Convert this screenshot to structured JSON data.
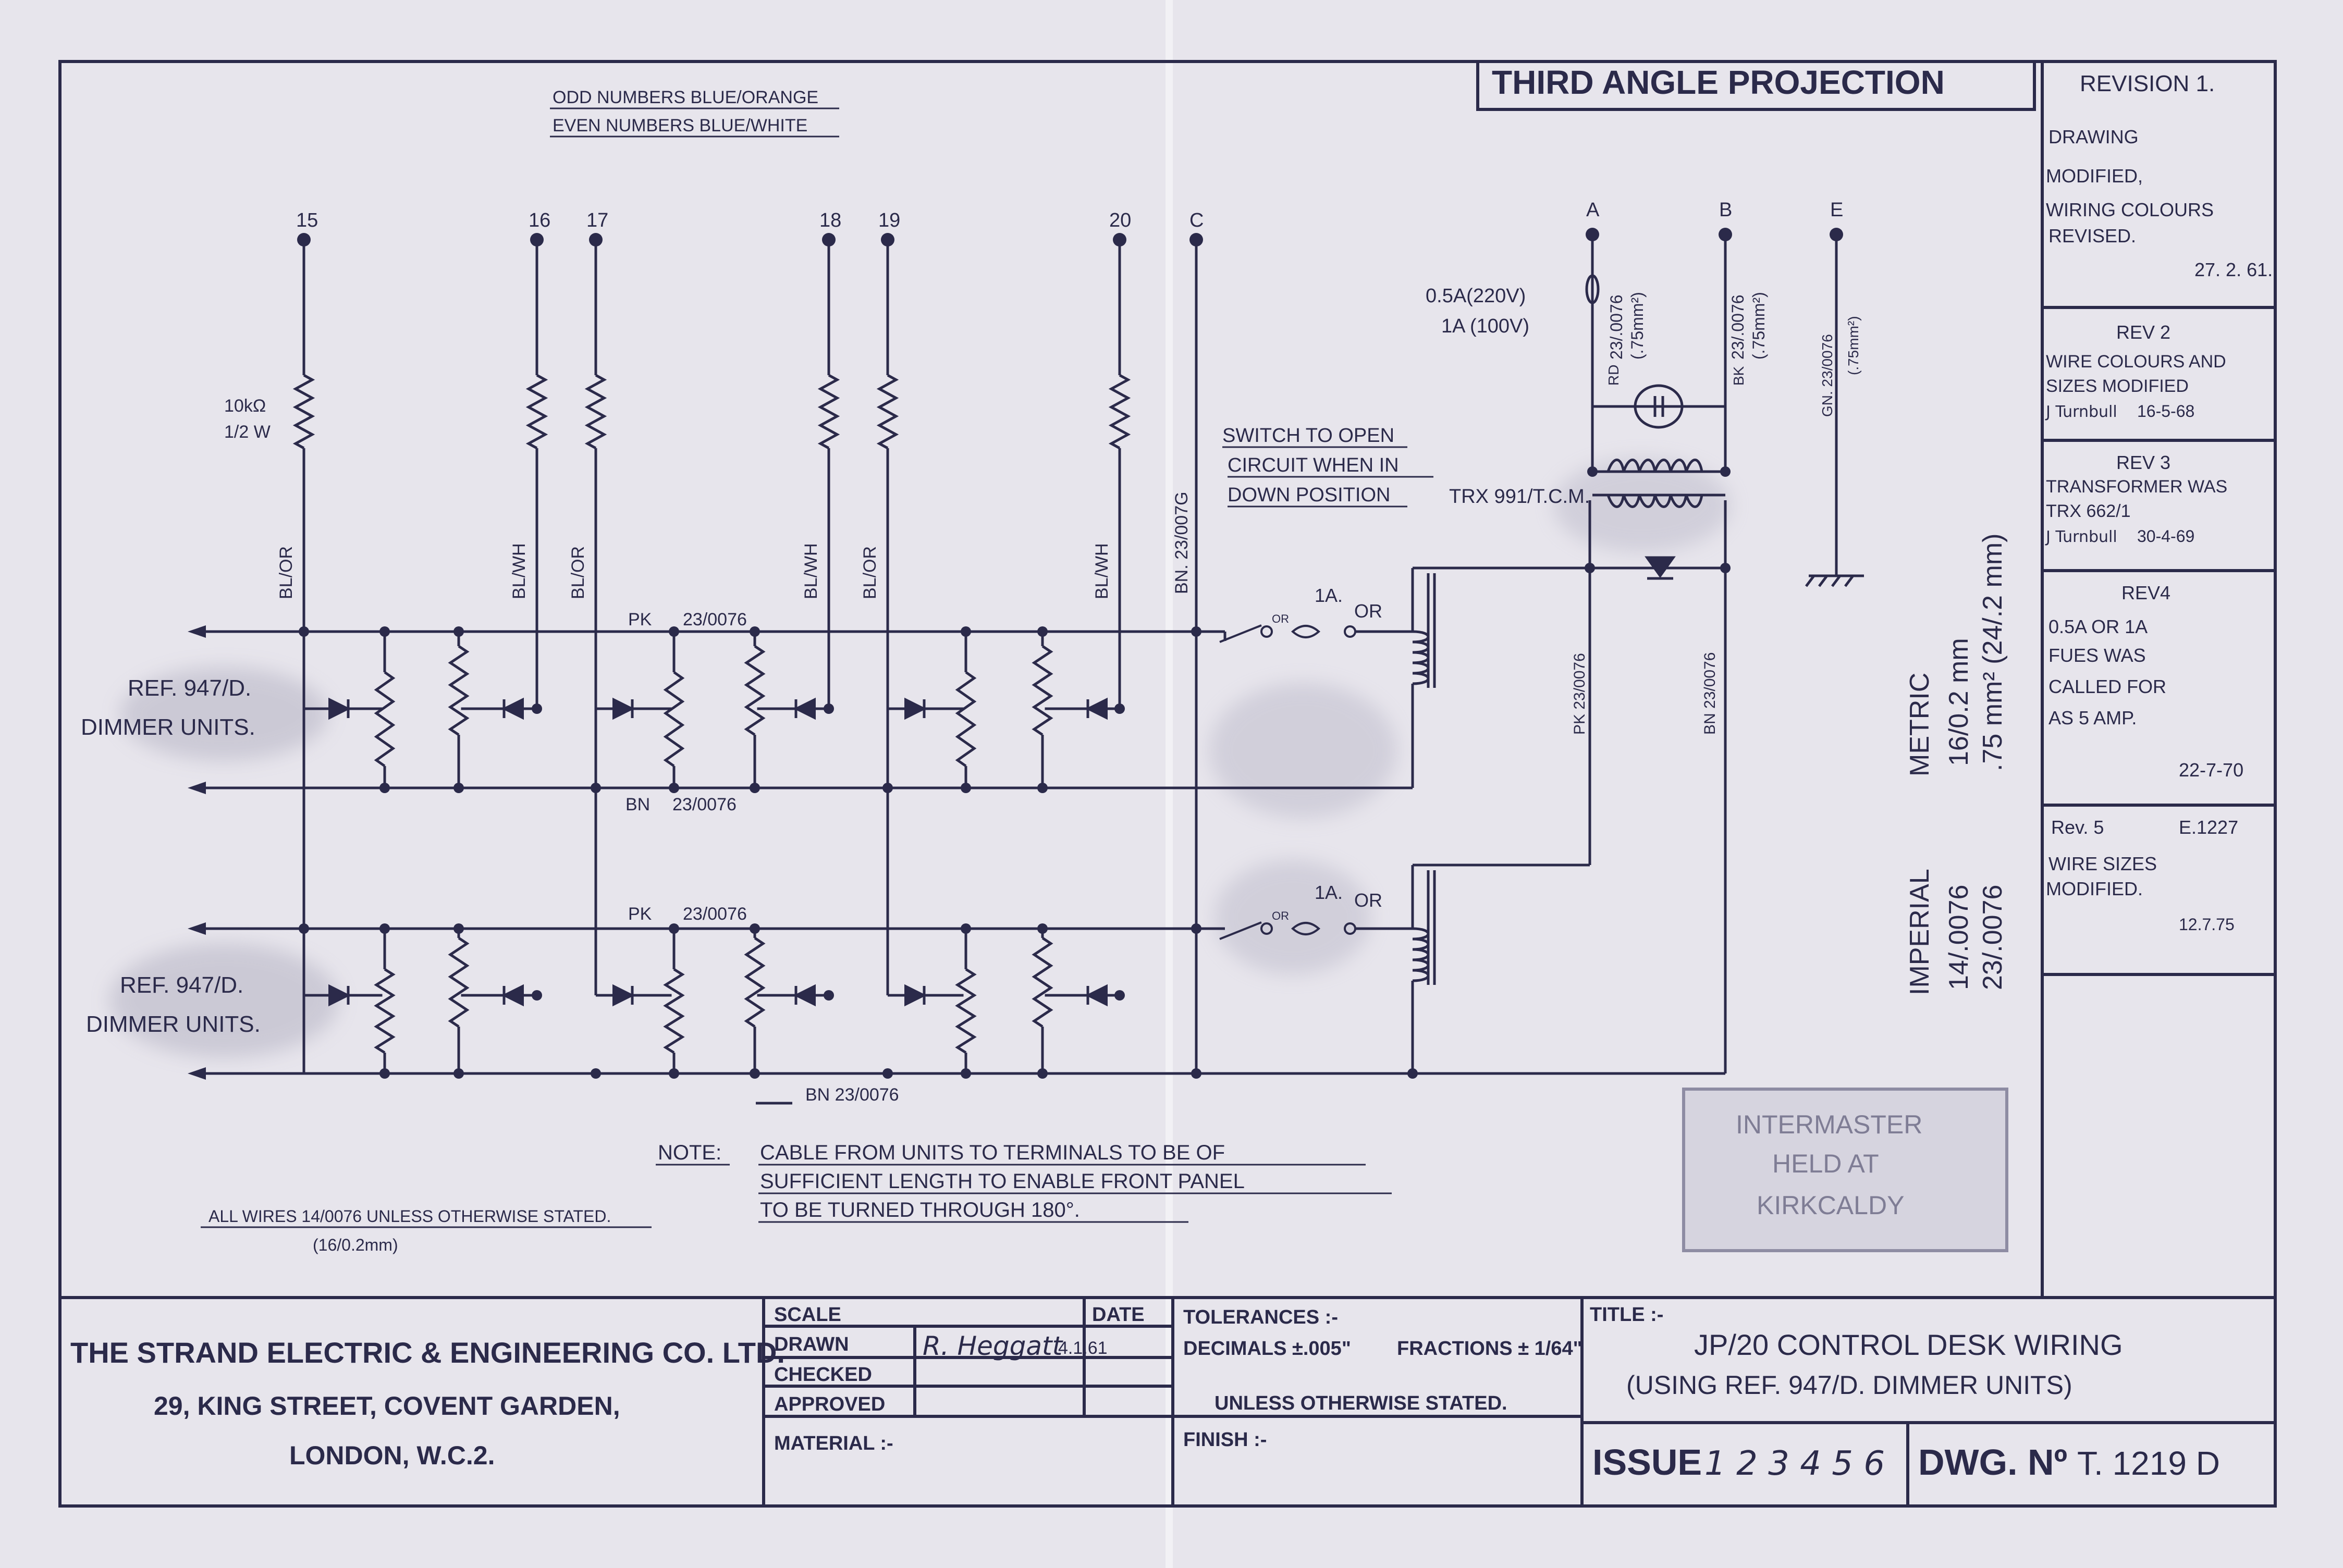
{
  "projection": "THIRD ANGLE PROJECTION",
  "wire_colour_note": {
    "line1": "ODD NUMBERS BLUE/ORANGE",
    "line2": "EVEN NUMBERS BLUE/WHITE"
  },
  "terminals": {
    "t15": "15",
    "t16": "16",
    "t17": "17",
    "t18": "18",
    "t19": "19",
    "t20": "20",
    "tC": "C",
    "tA": "A",
    "tB": "B",
    "tE": "E"
  },
  "labels": {
    "resistor_value": "10kΩ",
    "resistor_power": "1/2 W",
    "bl_or": "BL/OR",
    "bl_wh": "BL/WH",
    "bn_wire_c": "BN. 23/007G",
    "pk_top1": "PK",
    "pk_top1_size": "23/0076",
    "bn_mid": "BN",
    "bn_mid_size": "23/0076",
    "pk_top2": "PK",
    "pk_top2_size": "23/0076",
    "bn_bottom": "BN 23/0076",
    "ref_unit_1a": "REF. 947/D.",
    "ref_unit_1b": "DIMMER UNITS.",
    "ref_unit_2a": "REF. 947/D.",
    "ref_unit_2b": "DIMMER UNITS.",
    "switch_note_1": "SWITCH TO OPEN",
    "switch_note_2": "CIRCUIT WHEN IN",
    "switch_note_3": "DOWN POSITION",
    "transformer": "TRX 991/T.C.M.",
    "fuse_1": "0.5A(220V)",
    "fuse_2": "1A (100V)",
    "fuse_size_1": "23/.0076",
    "fuse_size_2": "(.75mm²)",
    "rd": "RD",
    "bk": "BK",
    "bk_size_1": "23/.0076",
    "bk_size_2": "(.75mm²)",
    "gn": "GN. 23/0076",
    "gn_size": "(.75mm²)",
    "ia_1": "1A.",
    "or_1": "OR",
    "or_small_1": "OR",
    "ia_2": "1A.",
    "or_2": "OR",
    "or_small_2": "OR",
    "pk_right": "PK 23/0076",
    "bn_right": "BN 23/0076"
  },
  "metric_block": {
    "metric": "METRIC",
    "metric_1": "16/0.2 mm",
    "metric_2": ".75 mm² (24/.2 mm)",
    "imperial": "IMPERIAL",
    "imperial_1": "14/.0076",
    "imperial_2": "23/.0076"
  },
  "note": {
    "label": "NOTE:",
    "line1": "CABLE FROM UNITS TO TERMINALS TO BE OF",
    "line2": "SUFFICIENT LENGTH TO ENABLE FRONT PANEL",
    "line3": "TO BE TURNED THROUGH 180°."
  },
  "all_wires": {
    "line1": "ALL WIRES 14/0076 UNLESS OTHERWISE STATED.",
    "line2": "(16/0.2mm)"
  },
  "stamp": {
    "line1": "INTERMASTER",
    "line2": "HELD AT",
    "line3": "KIRKCALDY"
  },
  "revisions": {
    "rev1": {
      "title": "REVISION 1.",
      "l1": "DRAWING",
      "l2": "MODIFIED,",
      "l3": "WIRING COLOURS",
      "l4": "REVISED.",
      "date": "27. 2. 61."
    },
    "rev2": {
      "title": "REV 2",
      "l1": "WIRE COLOURS AND",
      "l2": "SIZES MODIFIED",
      "sign": "J Turnbull",
      "date": "16-5-68"
    },
    "rev3": {
      "title": "REV 3",
      "l1": "TRANSFORMER WAS",
      "l2": "TRX 662/1",
      "sign": "J Turnbull",
      "date": "30-4-69"
    },
    "rev4": {
      "title": "REV4",
      "l1": "0.5A OR 1A",
      "l2": "FUES WAS",
      "l3": "CALLED FOR",
      "l4": "AS 5 AMP.",
      "date": "22-7-70"
    },
    "rev5": {
      "title": "Rev. 5",
      "ref": "E.1227",
      "l1": "WIRE SIZES",
      "l2": "MODIFIED.",
      "date": "12.7.75"
    }
  },
  "title_block": {
    "company": "THE STRAND ELECTRIC & ENGINEERING CO. LTD.",
    "address1": "29, KING STREET, COVENT GARDEN,",
    "address2": "LONDON, W.C.2.",
    "scale": "SCALE",
    "date_head": "DATE",
    "drawn": "DRAWN",
    "drawn_by": "R. Heggatt",
    "drawn_date": "4.1.61",
    "checked": "CHECKED",
    "approved": "APPROVED",
    "material": "MATERIAL :-",
    "tolerances": "TOLERANCES :-",
    "decimals": "DECIMALS ±.005\"",
    "fractions": "FRACTIONS ± 1/64\"",
    "unless": "UNLESS OTHERWISE STATED.",
    "finish": "FINISH :-",
    "title_label": "TITLE :-",
    "title_line1": "JP/20 CONTROL DESK WIRING",
    "title_line2": "(USING REF. 947/D. DIMMER UNITS)",
    "issue_label": "ISSUE",
    "issue_value": "1 2 3 4 5 6",
    "dwg_label": "DWG. Nº",
    "dwg_value": "T. 1219 D"
  },
  "colors": {
    "paper": "#e7e5ec",
    "ink": "#2b2a4a"
  }
}
